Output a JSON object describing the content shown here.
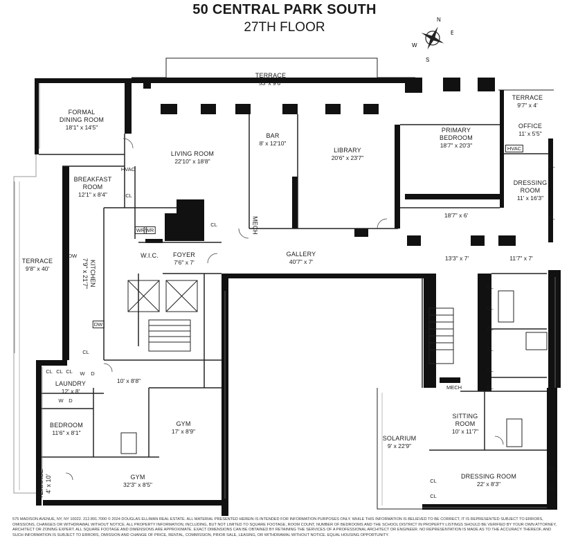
{
  "header": {
    "title": "50 CENTRAL PARK SOUTH",
    "subtitle": "27TH FLOOR"
  },
  "compass": {
    "n": "N",
    "e": "E",
    "s": "S",
    "w": "W"
  },
  "rooms": {
    "terrace_top": {
      "name": "TERRACE",
      "dims": "53' x 9'6\""
    },
    "formal_dining": {
      "name1": "FORMAL",
      "name2": "DINING ROOM",
      "dims": "18'1\" x 14'5\""
    },
    "living": {
      "name": "LIVING ROOM",
      "dims": "22'10\" x 18'8\""
    },
    "bar": {
      "name": "BAR",
      "dims": "8' x 12'10\""
    },
    "library": {
      "name": "LIBRARY",
      "dims": "20'6\" x 23'7\""
    },
    "primary_bedroom": {
      "name1": "PRIMARY",
      "name2": "BEDROOM",
      "dims": "18'7\" x 20'3\""
    },
    "terrace_ne": {
      "name": "TERRACE",
      "dims": "9'7\" x 4'"
    },
    "office": {
      "name": "OFFICE",
      "dims": "11' x 5'5\""
    },
    "dressing_room_e": {
      "name1": "DRESSING",
      "name2": "ROOM",
      "dims": "11' x 16'3\""
    },
    "breakfast": {
      "name1": "BREAKFAST",
      "name2": "ROOM",
      "dims": "12'1\" x 8'4\""
    },
    "terrace_w": {
      "name": "TERRACE",
      "dims": "9'8\" x 40'"
    },
    "kitchen": {
      "name": "KITCHEN",
      "dims": "7'9\" x 21'7\""
    },
    "wic": {
      "name": "W.I.C."
    },
    "foyer": {
      "name": "FOYER",
      "dims": "7'6\" x 7'"
    },
    "gallery": {
      "name": "GALLERY",
      "dims": "40'7\" x 7'"
    },
    "hall_a": {
      "dims": "18'7\" x 6'"
    },
    "hall_b": {
      "dims": "13'3\" x 7'"
    },
    "hall_c": {
      "dims": "11'7\" x 7'"
    },
    "laundry": {
      "name": "LAUNDRY",
      "dims": "12' x 8'"
    },
    "hall_d": {
      "dims": "10' x 8'8\""
    },
    "bedroom": {
      "name": "BEDROOM",
      "dims": "11'6\" x 8'1\""
    },
    "gym_upper": {
      "name": "GYM",
      "dims": "17' x 8'9\""
    },
    "gym_lower": {
      "name": "GYM",
      "dims": "32'3\" x 8'5\""
    },
    "terrace_sw": {
      "name": "TERRACE",
      "dims": "4' x 10'"
    },
    "solarium": {
      "name": "SOLARIUM",
      "dims": "9' x 22'9\""
    },
    "sitting": {
      "name1": "SITTING",
      "name2": "ROOM",
      "dims": "10' x 11'7\""
    },
    "dressing_room_s": {
      "name": "DRESSING ROOM",
      "dims": "22' x 8'3\""
    }
  },
  "fixtures": {
    "hvac": "HVAC",
    "mech": "MECH",
    "cl": "CL",
    "wr": "WR",
    "dw": "DW",
    "w": "W",
    "d": "D"
  },
  "disclaimer": "575 Madison Avenue, NY, NY 10022. 212.891.7000 © 2024 Douglas Elliman Real Estate. All material presented herein is intended for information purposes only. While this information is believed to be correct, it is represented subject to errors, omissions, changes or withdrawal without notice. All property information, including, but not limited to square footage, room count, number of bedrooms and the school district in property listings should be verified by your own attorney, architect or zoning expert. All square footage and dimensions are approximate. Exact dimensions can be obtained by retaining the services of a professional architect or engineer. No representation is made as to the accuracy thereof, and such information is subject to errors, omission and change of price, rental, commission, prior sale, leasing, or withdrawal without notice. Equal housing opportunity."
}
